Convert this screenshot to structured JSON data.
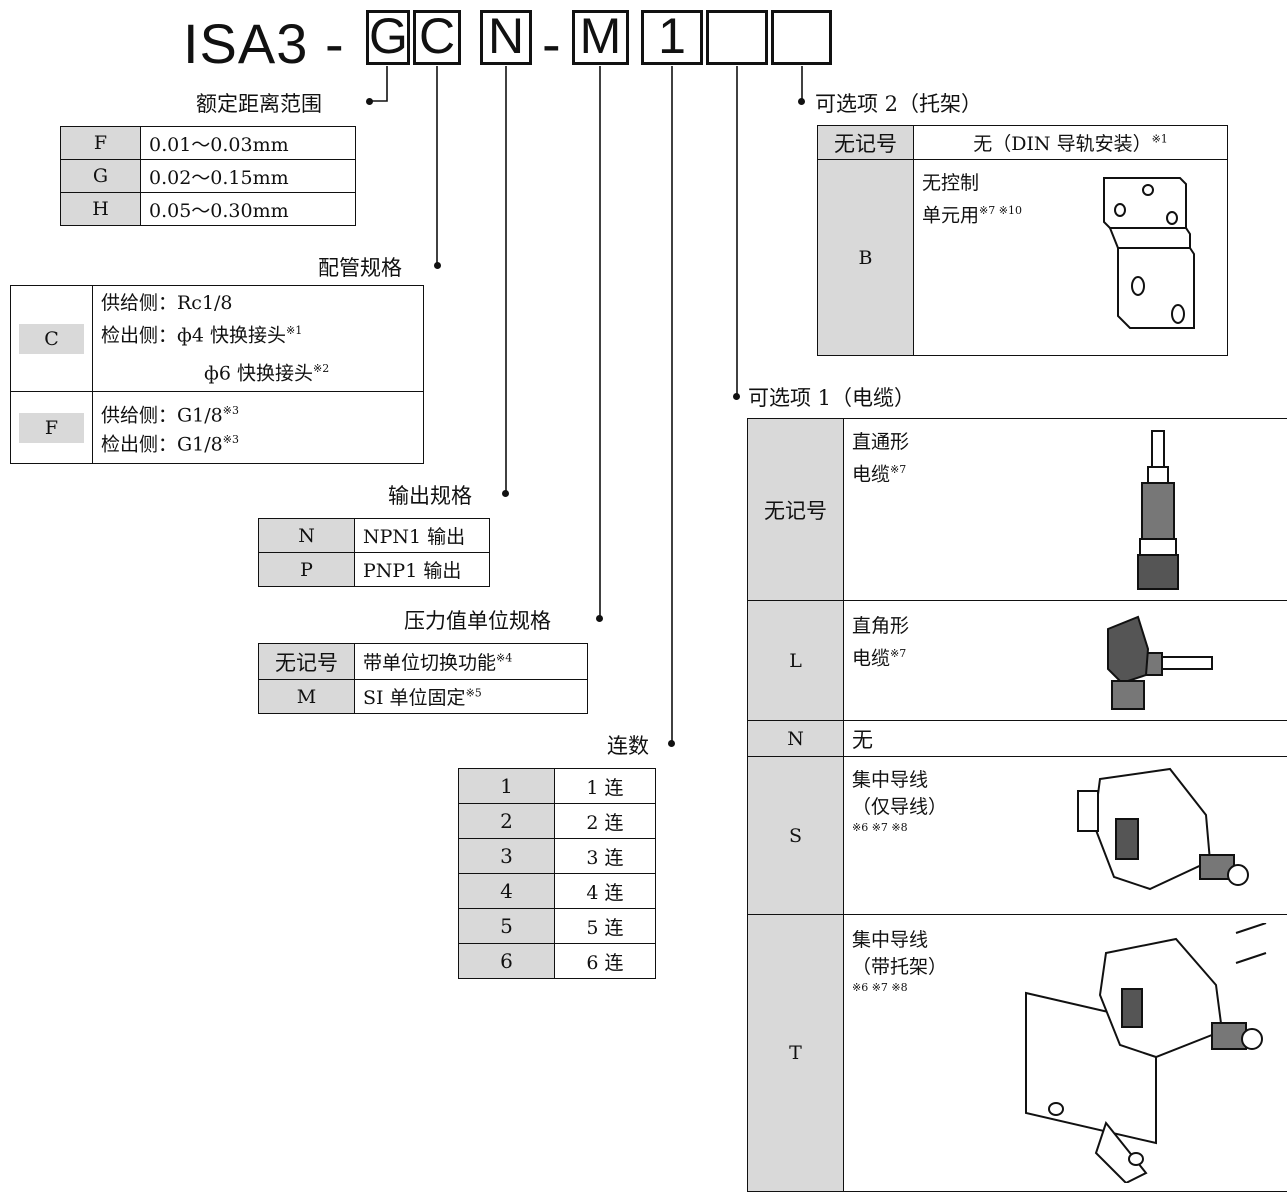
{
  "model": {
    "prefix": "ISA3 -",
    "dash1": "-",
    "boxes": [
      "G",
      "C",
      "N",
      "M",
      "1",
      "",
      ""
    ]
  },
  "rated_range": {
    "title": "额定距离范围",
    "rows": [
      {
        "code": "F",
        "value": "0.01～0.03mm"
      },
      {
        "code": "G",
        "value": "0.02～0.15mm"
      },
      {
        "code": "H",
        "value": "0.05～0.30mm"
      }
    ]
  },
  "piping": {
    "title": "配管规格",
    "rows": [
      {
        "code": "C",
        "line1": "供给侧：Rc1/8",
        "line2": "检出侧：ф4 快换接头",
        "line2_note": "※1",
        "line3": "ф6 快换接头",
        "line3_note": "※2"
      },
      {
        "code": "F",
        "line1": "供给侧：G1/8",
        "line1_note": "※3",
        "line2": "检出侧：G1/8",
        "line2_note": "※3"
      }
    ]
  },
  "output": {
    "title": "输出规格",
    "rows": [
      {
        "code": "N",
        "value": "NPN1 输出"
      },
      {
        "code": "P",
        "value": "PNP1 输出"
      }
    ]
  },
  "pressure_unit": {
    "title": "压力值单位规格",
    "rows": [
      {
        "code": "无记号",
        "value": "带单位切换功能",
        "note": "※4"
      },
      {
        "code": "M",
        "value": "SI 单位固定",
        "note": "※5"
      }
    ]
  },
  "stations": {
    "title": "连数",
    "rows": [
      {
        "code": "1",
        "value": "1 连"
      },
      {
        "code": "2",
        "value": "2 连"
      },
      {
        "code": "3",
        "value": "3 连"
      },
      {
        "code": "4",
        "value": "4 连"
      },
      {
        "code": "5",
        "value": "5 连"
      },
      {
        "code": "6",
        "value": "6 连"
      }
    ]
  },
  "option2": {
    "title": "可选项 2（托架）",
    "rows": [
      {
        "code": "无记号",
        "value": "无（DIN 导轨安装）",
        "note": "※1"
      },
      {
        "code": "B",
        "line1": "无控制",
        "line2": "单元用",
        "note": "※7 ※10"
      }
    ]
  },
  "option1": {
    "title": "可选项 1（电缆）",
    "rows": [
      {
        "code": "无记号",
        "line1": "直通形",
        "line2": "电缆",
        "note": "※7"
      },
      {
        "code": "L",
        "line1": "直角形",
        "line2": "电缆",
        "note": "※7"
      },
      {
        "code": "N",
        "line1": "无"
      },
      {
        "code": "S",
        "line1": "集中导线",
        "line2": "（仅导线）",
        "note": "※6 ※7 ※8"
      },
      {
        "code": "T",
        "line1": "集中导线",
        "line2": "（带托架）",
        "note": "※6 ※7 ※8"
      }
    ]
  }
}
